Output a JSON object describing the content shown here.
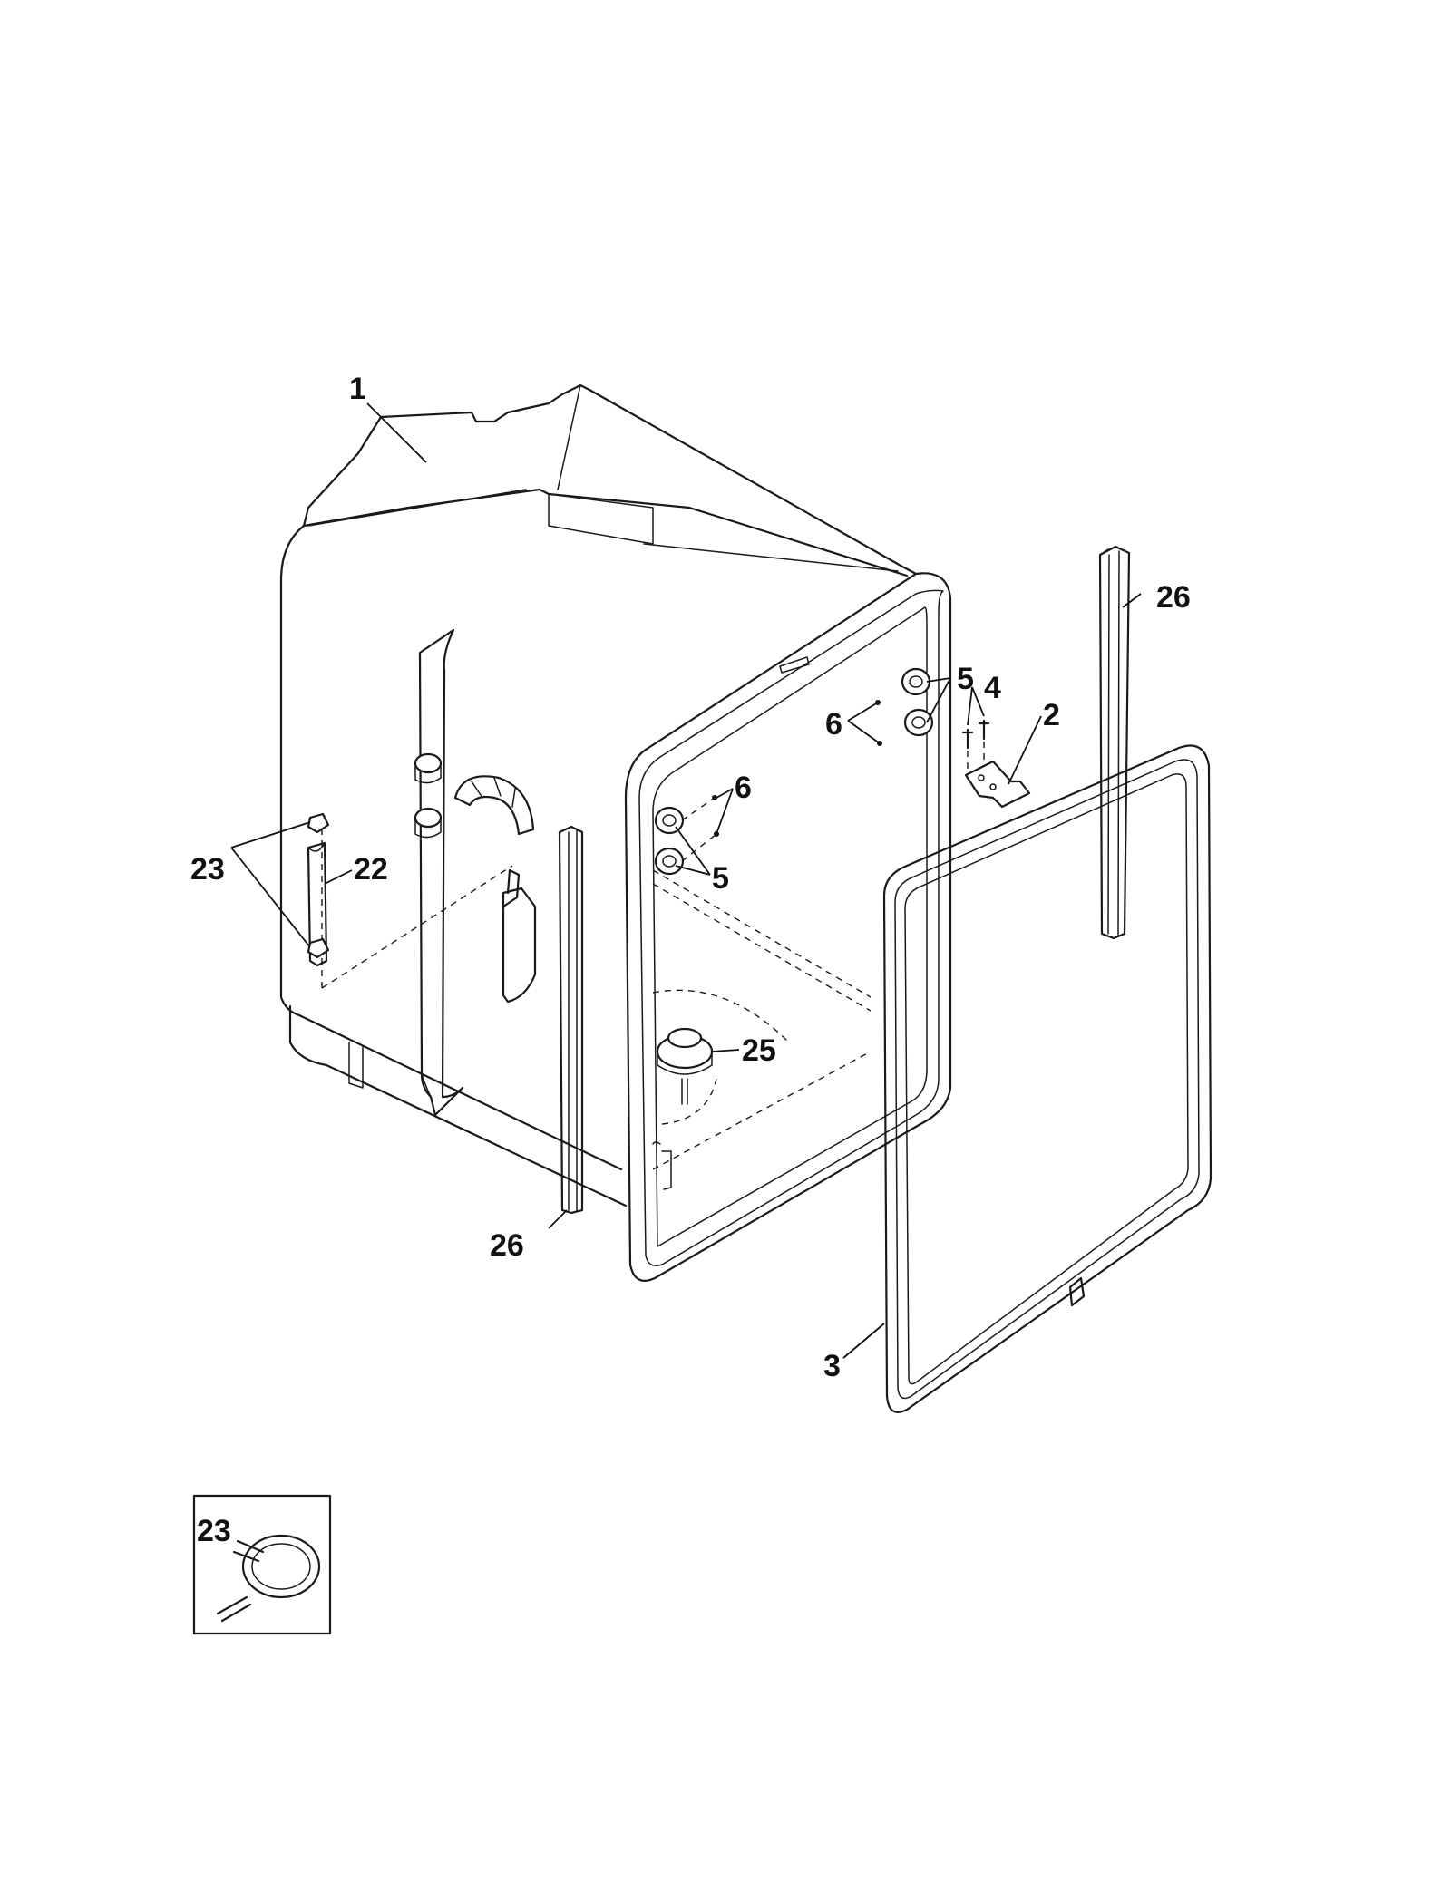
{
  "callouts": {
    "tub": "1",
    "bracket": "2",
    "door_gasket": "3",
    "screw_4": "4",
    "grommet_right": "5",
    "grommet_left": "5",
    "screw_right": "6",
    "screw_left": "6",
    "hose_clamp_top": "23",
    "hose_clamp_inset": "23",
    "sleeve": "22",
    "vent": "25",
    "trim_right": "26",
    "trim_left": "26"
  }
}
